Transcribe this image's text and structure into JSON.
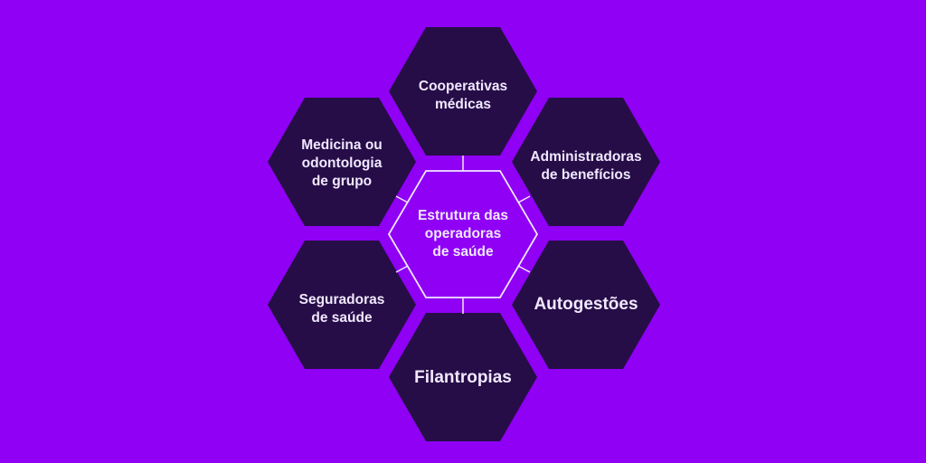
{
  "center": {
    "label": "Estrutura das\noperadoras\nde saúde"
  },
  "nodes": [
    {
      "id": "cooperativas",
      "label": "Cooperativas\nmédicas"
    },
    {
      "id": "administradoras",
      "label": "Administradoras\nde benefícios"
    },
    {
      "id": "autogestoes",
      "label": "Autogestões"
    },
    {
      "id": "filantropias",
      "label": "Filantropias"
    },
    {
      "id": "seguradoras",
      "label": "Seguradoras\nde saúde"
    },
    {
      "id": "medicina",
      "label": "Medicina ou\nodontologia\nde grupo"
    }
  ],
  "colors": {
    "background": "#8f00f5",
    "hex_fill": "#260d47",
    "text": "#f1e8ff",
    "outline": "#f1e8ff"
  }
}
